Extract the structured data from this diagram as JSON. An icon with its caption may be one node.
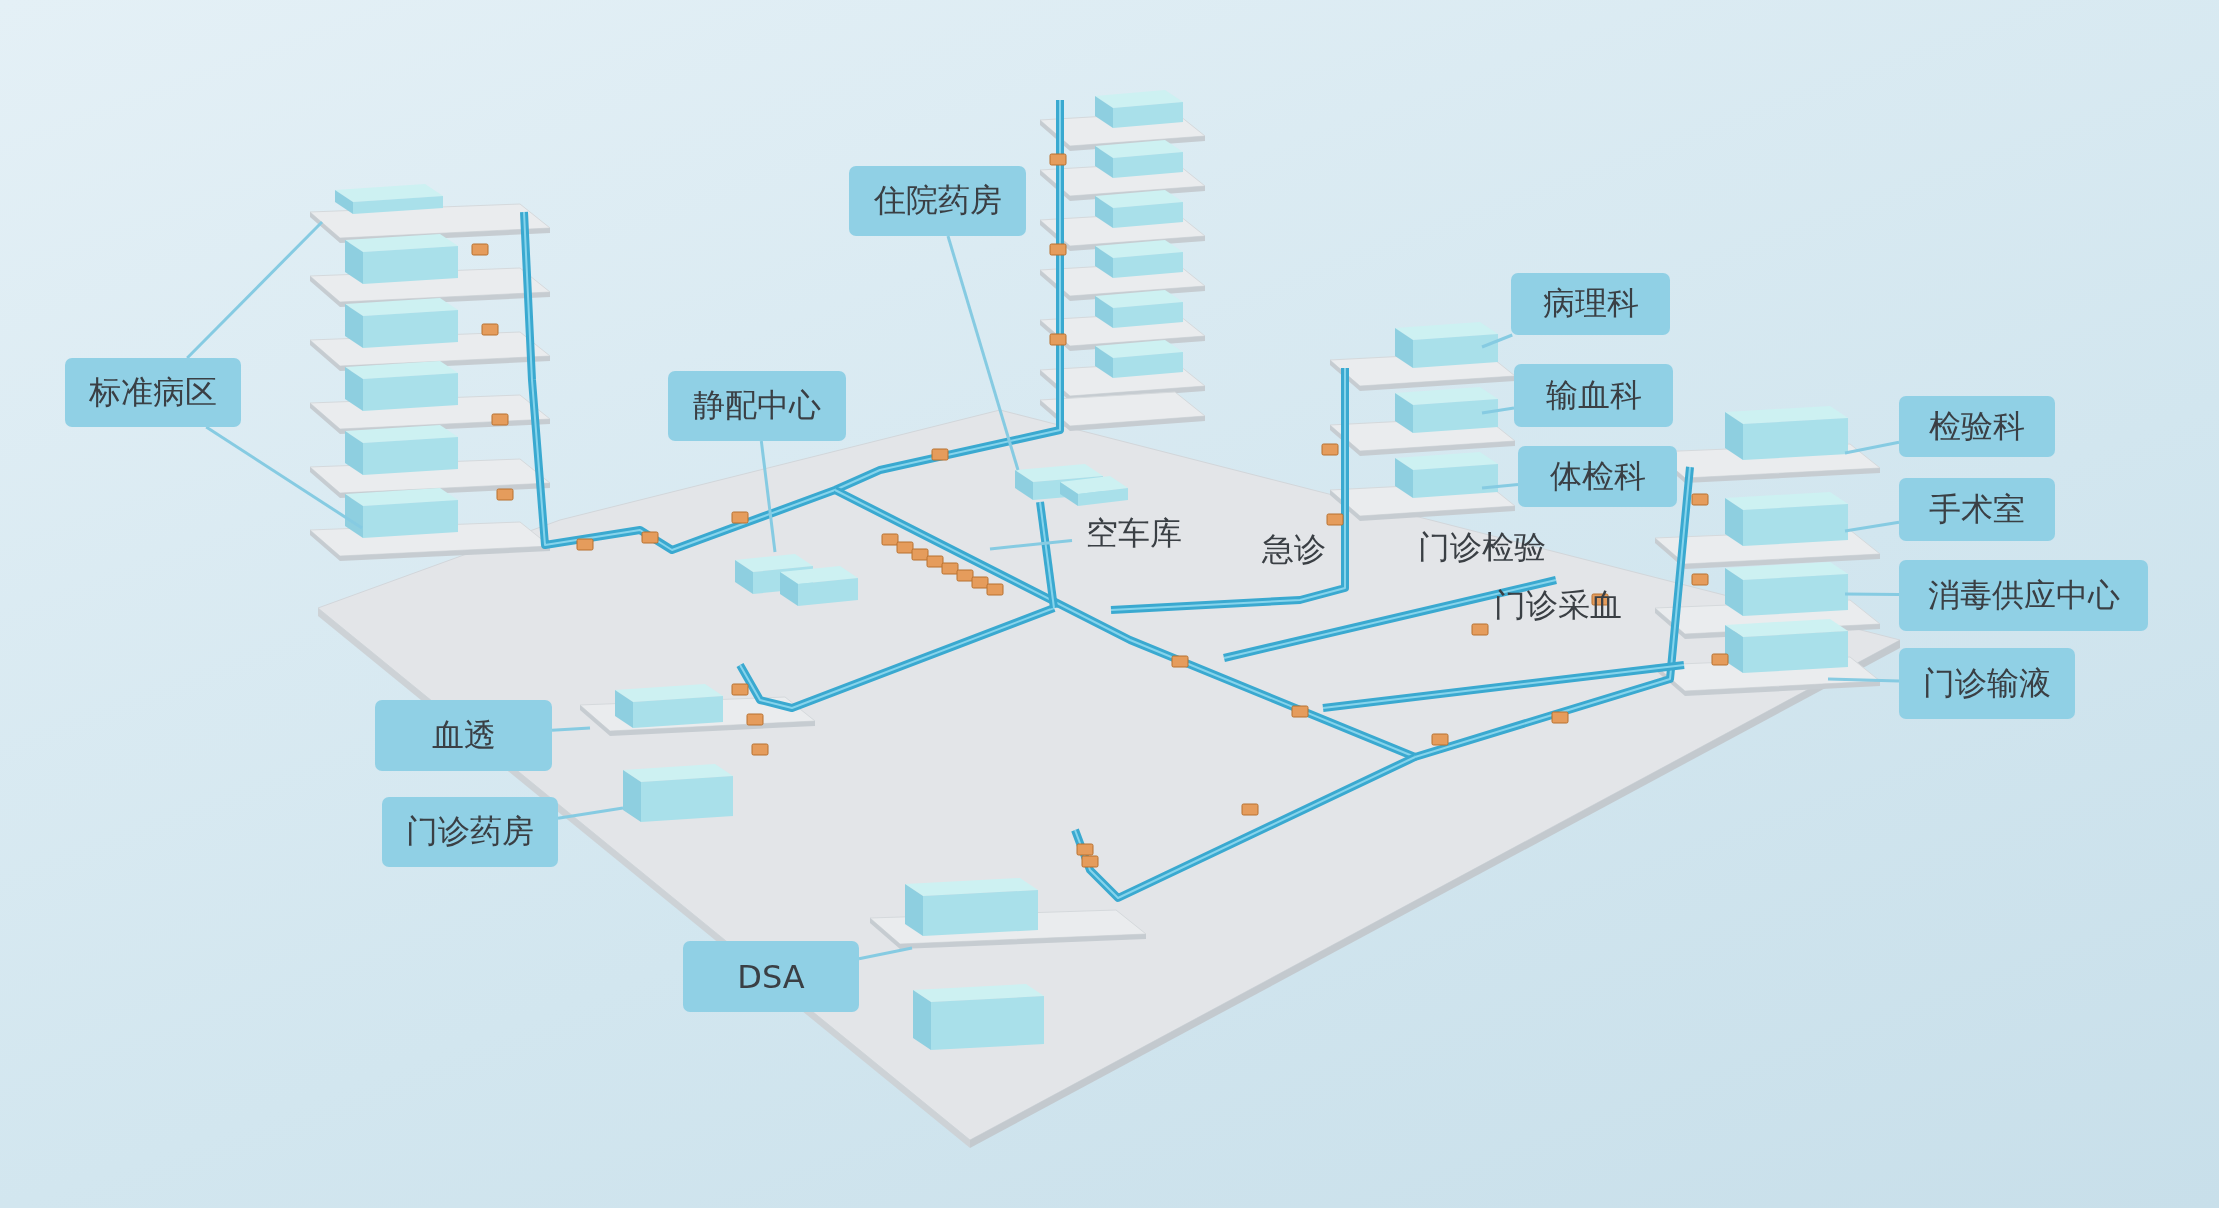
{
  "diagram": {
    "nodes": [
      {
        "text": [
          "标准病区"
        ]
      },
      {
        "text": [
          "住院药房"
        ]
      },
      {
        "text": [
          "静配中心"
        ]
      },
      {
        "text": [
          "病理科"
        ]
      },
      {
        "text": [
          "输血科"
        ]
      },
      {
        "text": [
          "体检科"
        ]
      },
      {
        "text": [
          "检验科"
        ]
      },
      {
        "text": [
          "手术室"
        ]
      },
      {
        "text": [
          "消毒供应中心"
        ]
      },
      {
        "text": [
          "空车库"
        ]
      },
      {
        "text": [
          "门诊输液"
        ]
      },
      {
        "text": [
          "血透"
        ]
      },
      {
        "text": [
          "门诊药房"
        ]
      },
      {
        "text": [
          "DSA"
        ]
      }
    ],
    "edges": [
      {
        "from": 0,
        "to": null,
        "arrow": "none"
      },
      {
        "from": 0,
        "to": null,
        "arrow": "none"
      },
      {
        "from": 1,
        "to": null,
        "arrow": "none"
      },
      {
        "from": 2,
        "to": null,
        "arrow": "none"
      },
      {
        "from": 3,
        "to": null,
        "arrow": "none"
      },
      {
        "from": 4,
        "to": null,
        "arrow": "none"
      },
      {
        "from": 5,
        "to": null,
        "arrow": "none"
      },
      {
        "from": 6,
        "to": null,
        "arrow": "none"
      },
      {
        "from": 7,
        "to": null,
        "arrow": "none"
      },
      {
        "from": 8,
        "to": null,
        "arrow": "none"
      },
      {
        "from": 9,
        "to": null,
        "arrow": "none"
      },
      {
        "from": 10,
        "to": null,
        "arrow": "none"
      },
      {
        "from": 11,
        "to": null,
        "arrow": "none"
      },
      {
        "from": 12,
        "to": null,
        "arrow": "none"
      },
      {
        "from": 13,
        "to": null,
        "arrow": "none"
      }
    ],
    "labels": [
      "急诊",
      "门诊检验",
      "门诊采血"
    ]
  }
}
